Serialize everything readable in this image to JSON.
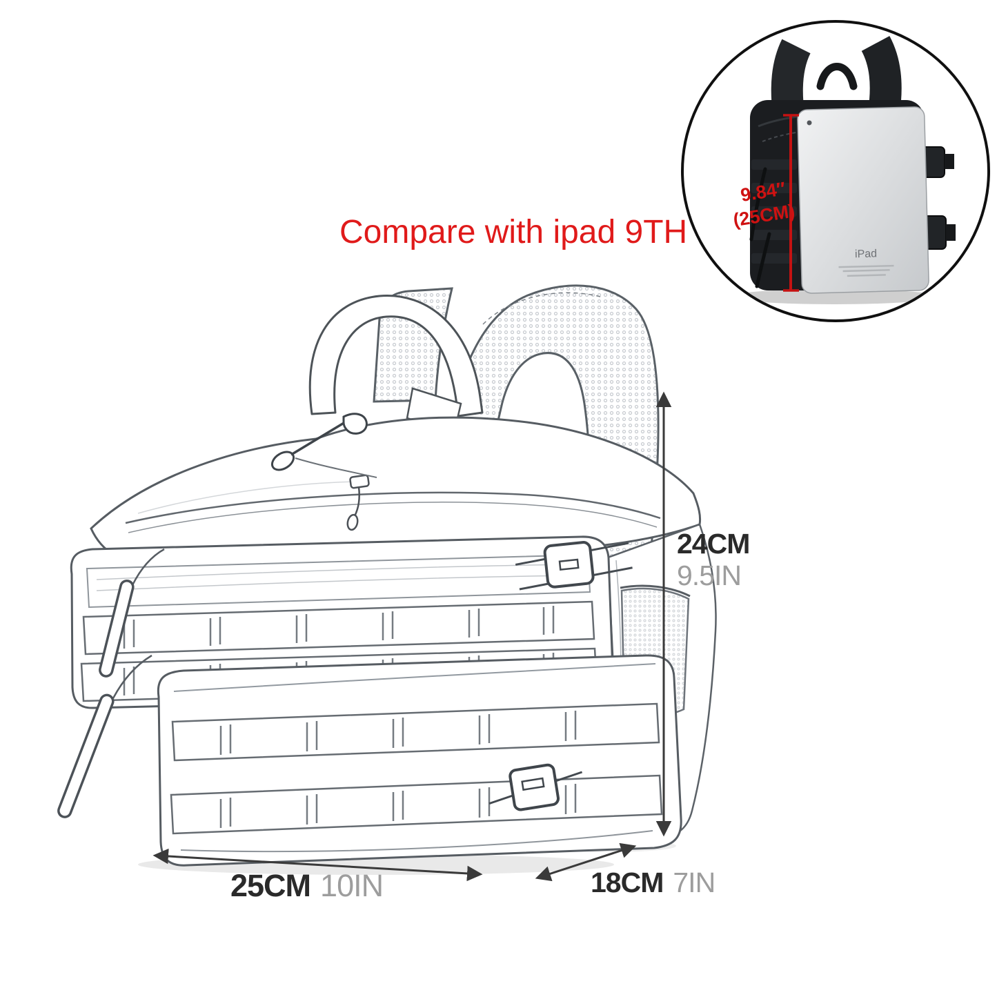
{
  "title": {
    "text": "Compare with ipad 9TH",
    "color": "#e01a1a"
  },
  "dimensions": {
    "height": {
      "cm": "24CM",
      "inch": "9.5IN"
    },
    "width": {
      "cm": "25CM",
      "inch": "10IN"
    },
    "depth": {
      "cm": "18CM",
      "inch": "7IN"
    },
    "cm_text_color": "#2a2a2a",
    "inch_text_color": "#9d9d9d",
    "arrow_color": "#3a3a3a"
  },
  "inset": {
    "measurement": {
      "line1": "9.84″",
      "line2": "(25CM)",
      "color": "#cf1212"
    },
    "ipad_label": "iPad",
    "border_color": "#101010"
  },
  "sketch": {
    "subject": "tactical molle mini backpack line drawing",
    "stroke_color": "#565c62"
  }
}
